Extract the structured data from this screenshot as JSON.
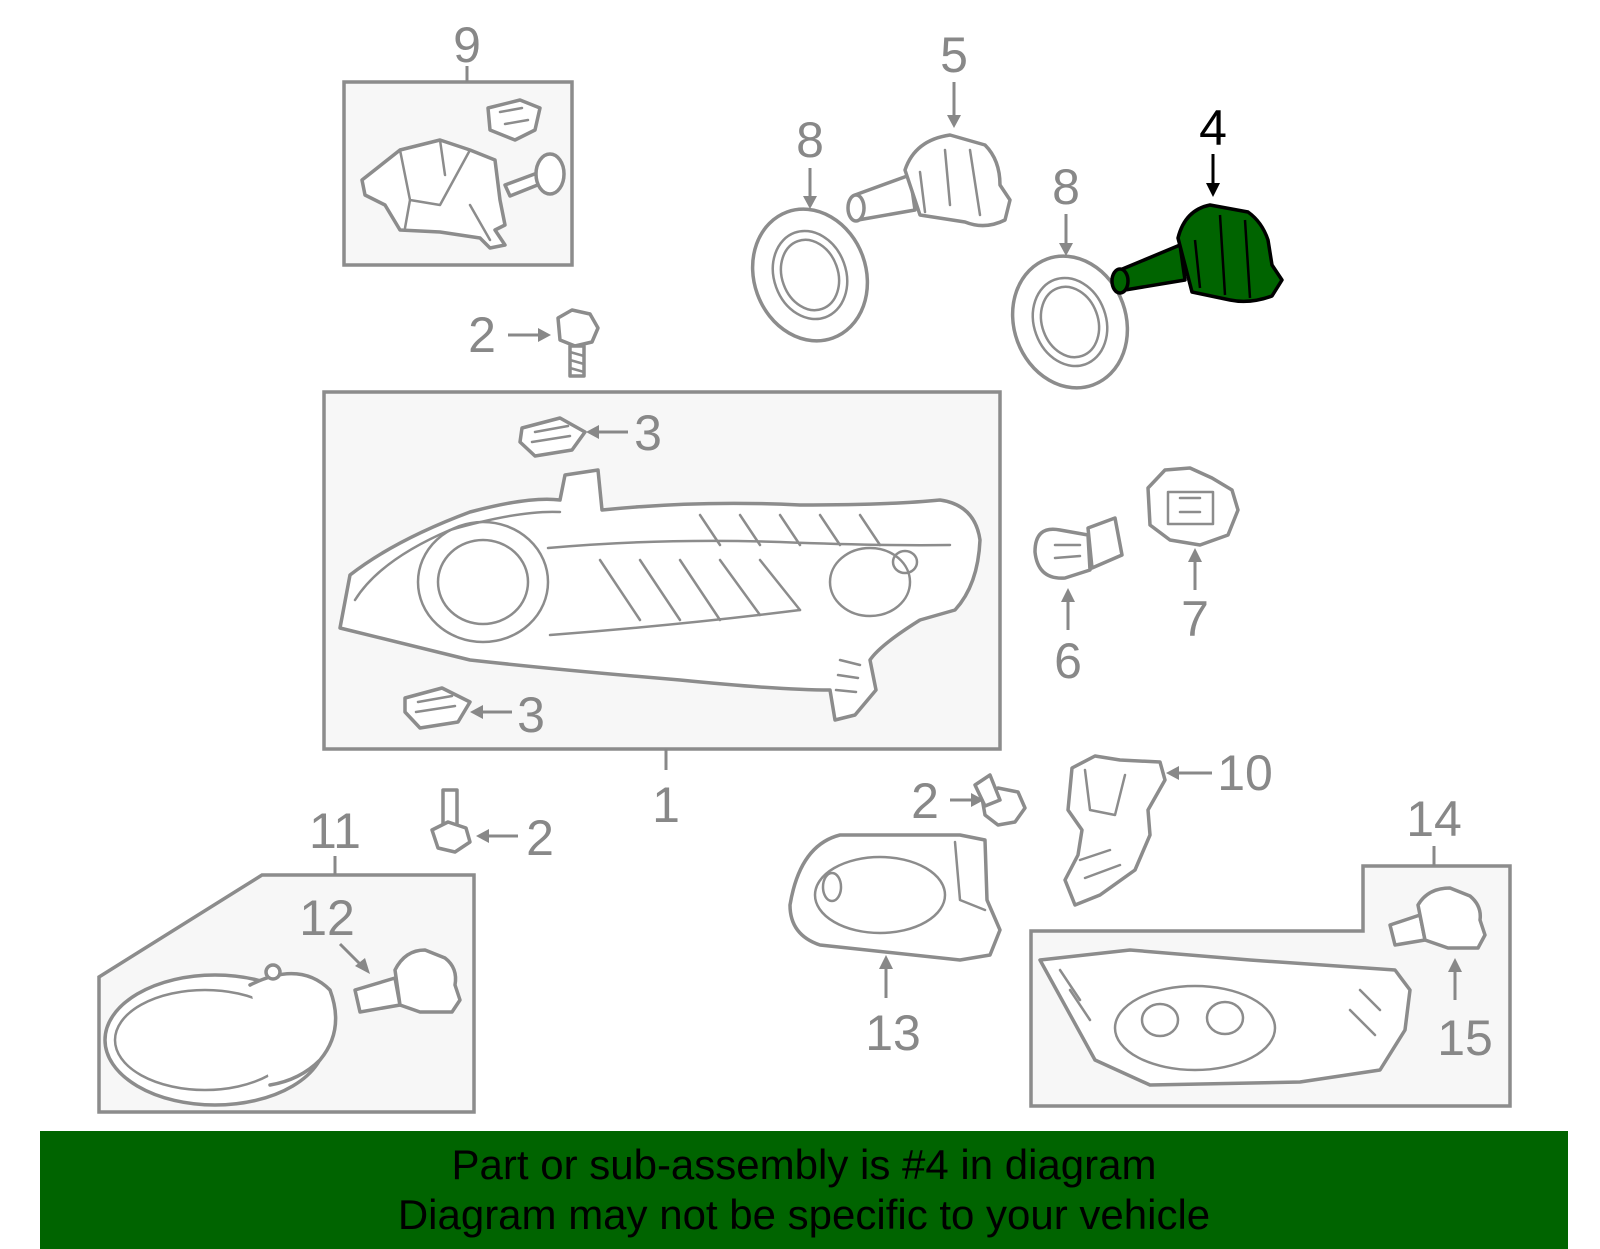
{
  "callouts": {
    "c1": "1",
    "c2a": "2",
    "c2b": "2",
    "c2c": "2",
    "c3a": "3",
    "c3b": "3",
    "c4": "4",
    "c5": "5",
    "c6": "6",
    "c7": "7",
    "c8a": "8",
    "c8b": "8",
    "c9": "9",
    "c10": "10",
    "c11": "11",
    "c12": "12",
    "c13": "13",
    "c14": "14",
    "c15": "15"
  },
  "highlight": {
    "part_number": "4",
    "fill_color": "#006400",
    "label_color": "#000000"
  },
  "line_color": "#888888",
  "banner": {
    "background": "#006400",
    "line1": "Part or sub-assembly is #4 in diagram",
    "line2": "Diagram may not be specific to your vehicle"
  }
}
